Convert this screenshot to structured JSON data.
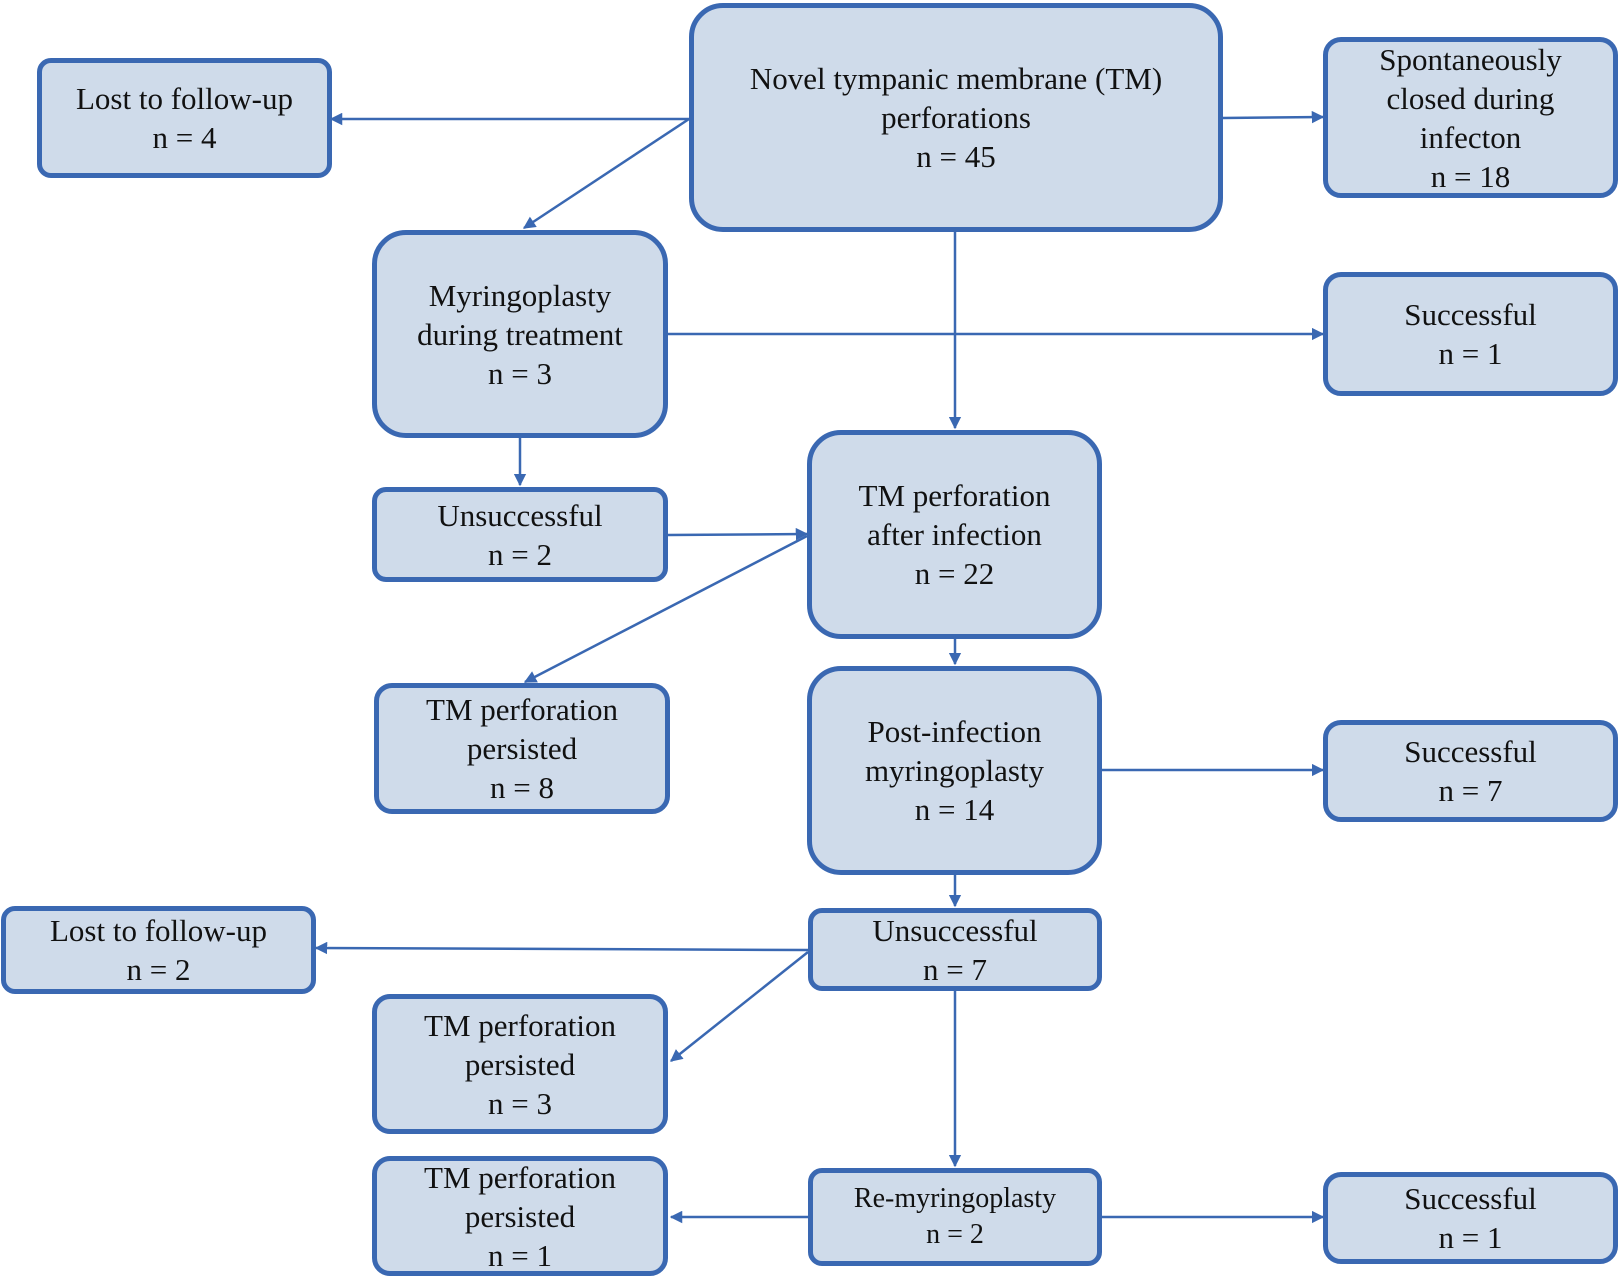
{
  "colors": {
    "node_fill": "#cfdbea",
    "node_border": "#3a68b2",
    "edge": "#3a68b2",
    "text": "#111111"
  },
  "nodes": {
    "lost_followup_top": {
      "lines": [
        "Lost to follow-up",
        "n = 4"
      ]
    },
    "novel_tm": {
      "lines": [
        "Novel tympanic membrane (TM)",
        "perforations",
        "n = 45"
      ]
    },
    "spontaneous": {
      "lines": [
        "Spontaneously",
        "closed during",
        "infecton",
        "n = 18"
      ]
    },
    "myringoplasty_during": {
      "lines": [
        "Myringoplasty",
        "during treatment",
        "n = 3"
      ]
    },
    "successful_1a": {
      "lines": [
        "Successful",
        "n = 1"
      ]
    },
    "unsuccessful_2": {
      "lines": [
        "Unsuccessful",
        "n = 2"
      ]
    },
    "tm_after_infection": {
      "lines": [
        "TM perforation",
        "after infection",
        "n = 22"
      ]
    },
    "persisted_8": {
      "lines": [
        "TM perforation",
        "persisted",
        "n = 8"
      ]
    },
    "post_infection": {
      "lines": [
        "Post-infection",
        "myringoplasty",
        "n = 14"
      ]
    },
    "successful_7": {
      "lines": [
        "Successful",
        "n = 7"
      ]
    },
    "lost_followup_bottom": {
      "lines": [
        "Lost to follow-up",
        "n = 2"
      ]
    },
    "unsuccessful_7": {
      "lines": [
        "Unsuccessful",
        "n = 7"
      ]
    },
    "persisted_3": {
      "lines": [
        "TM perforation",
        "persisted",
        "n = 3"
      ]
    },
    "persisted_1": {
      "lines": [
        "TM perforation",
        "persisted",
        "n = 1"
      ]
    },
    "re_myringoplasty": {
      "lines": [
        "Re-myringoplasty",
        "n = 2"
      ]
    },
    "successful_1b": {
      "lines": [
        "Successful",
        "n = 1"
      ]
    }
  },
  "edges": [
    {
      "from": "novel_tm",
      "to": "lost_followup_top"
    },
    {
      "from": "novel_tm",
      "to": "spontaneous"
    },
    {
      "from": "novel_tm",
      "to": "myringoplasty_during"
    },
    {
      "from": "novel_tm",
      "to": "tm_after_infection"
    },
    {
      "from": "myringoplasty_during",
      "to": "successful_1a"
    },
    {
      "from": "myringoplasty_during",
      "to": "unsuccessful_2"
    },
    {
      "from": "unsuccessful_2",
      "to": "tm_after_infection"
    },
    {
      "from": "tm_after_infection",
      "to": "persisted_8"
    },
    {
      "from": "tm_after_infection",
      "to": "post_infection"
    },
    {
      "from": "post_infection",
      "to": "successful_7"
    },
    {
      "from": "post_infection",
      "to": "unsuccessful_7"
    },
    {
      "from": "unsuccessful_7",
      "to": "lost_followup_bottom"
    },
    {
      "from": "unsuccessful_7",
      "to": "persisted_3"
    },
    {
      "from": "unsuccessful_7",
      "to": "re_myringoplasty"
    },
    {
      "from": "re_myringoplasty",
      "to": "persisted_1"
    },
    {
      "from": "re_myringoplasty",
      "to": "successful_1b"
    }
  ]
}
